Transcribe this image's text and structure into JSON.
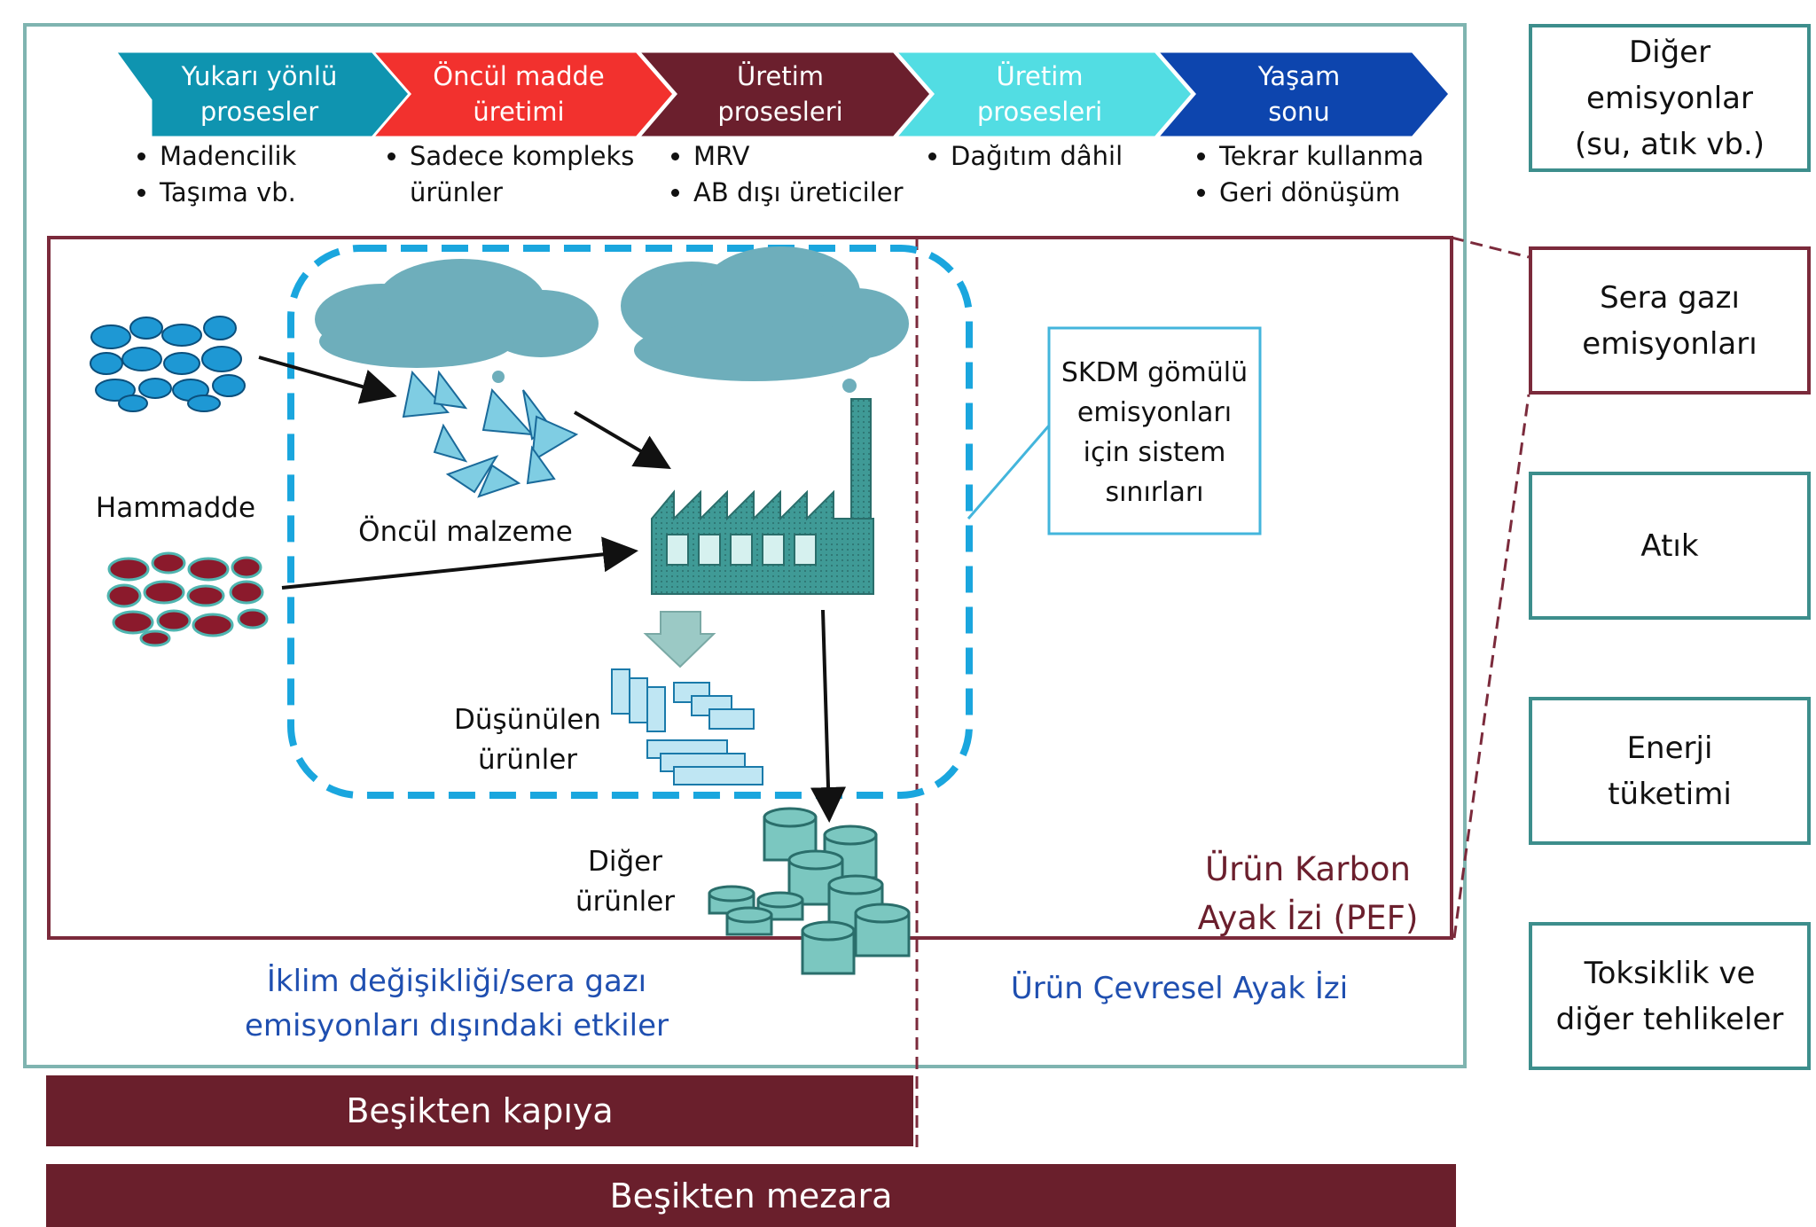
{
  "stages": [
    {
      "label": "Yukarı yönlü\nprosesler",
      "color": "#0f94b0",
      "bullets": [
        "Madencilik",
        "Taşıma vb."
      ]
    },
    {
      "label": "Öncül madde\nüretimi",
      "color": "#f2312e",
      "bullets": [
        "Sadece kompleks\nürünler"
      ]
    },
    {
      "label": "Üretim\nprosesleri",
      "color": "#6b1f2d",
      "bullets": [
        "MRV",
        "AB dışı üreticiler"
      ]
    },
    {
      "label": "Üretim\nprosesleri",
      "color": "#52dde3",
      "bullets": [
        "Dağıtım dâhil"
      ]
    },
    {
      "label": "Yaşam\nsonu",
      "color": "#0d45ae",
      "bullets": [
        "Tekrar kullanma",
        "Geri dönüşüm"
      ]
    }
  ],
  "diagram": {
    "hammadde": "Hammadde",
    "oncul_malzeme": "Öncül malzeme",
    "dusunulen_urunler": "Düşünülen\nürünler",
    "diger_urunler": "Diğer\nürünler",
    "skdm_box": "SKDM gömülü\nemisyonları\niçin sistem\nsınırları",
    "pef_label": "Ürün Karbon\nAyak İzi (PEF)",
    "iklim_label": "İklim değişikliği/sera gazı\nemisyonları dışındaki etkiler",
    "cevresel_label": "Ürün Çevresel Ayak İzi"
  },
  "side_boxes": [
    {
      "label": "Diğer\nemisyonlar\n(su, atık vb.)",
      "accent": "teal"
    },
    {
      "label": "Sera gazı\nemisyonları",
      "accent": "maroon"
    },
    {
      "label": "Atık",
      "accent": "teal"
    },
    {
      "label": "Enerji\ntüketimi",
      "accent": "teal"
    },
    {
      "label": "Toksiklik ve\ndiğer tehlikeler",
      "accent": "teal"
    }
  ],
  "bars": {
    "cradle_to_gate": "Beşikten kapıya",
    "cradle_to_grave": "Beşikten mezara"
  },
  "colors": {
    "teal_border": "#3d8e8c",
    "maroon": "#7b2a3b",
    "bar": "#6a1f2c",
    "dashed_blue": "#1aa6de",
    "text_blue": "#1f4fb0",
    "text_maroon": "#6b1f2d",
    "factory": "#3f9a96",
    "cloud": "#6eaebb"
  }
}
